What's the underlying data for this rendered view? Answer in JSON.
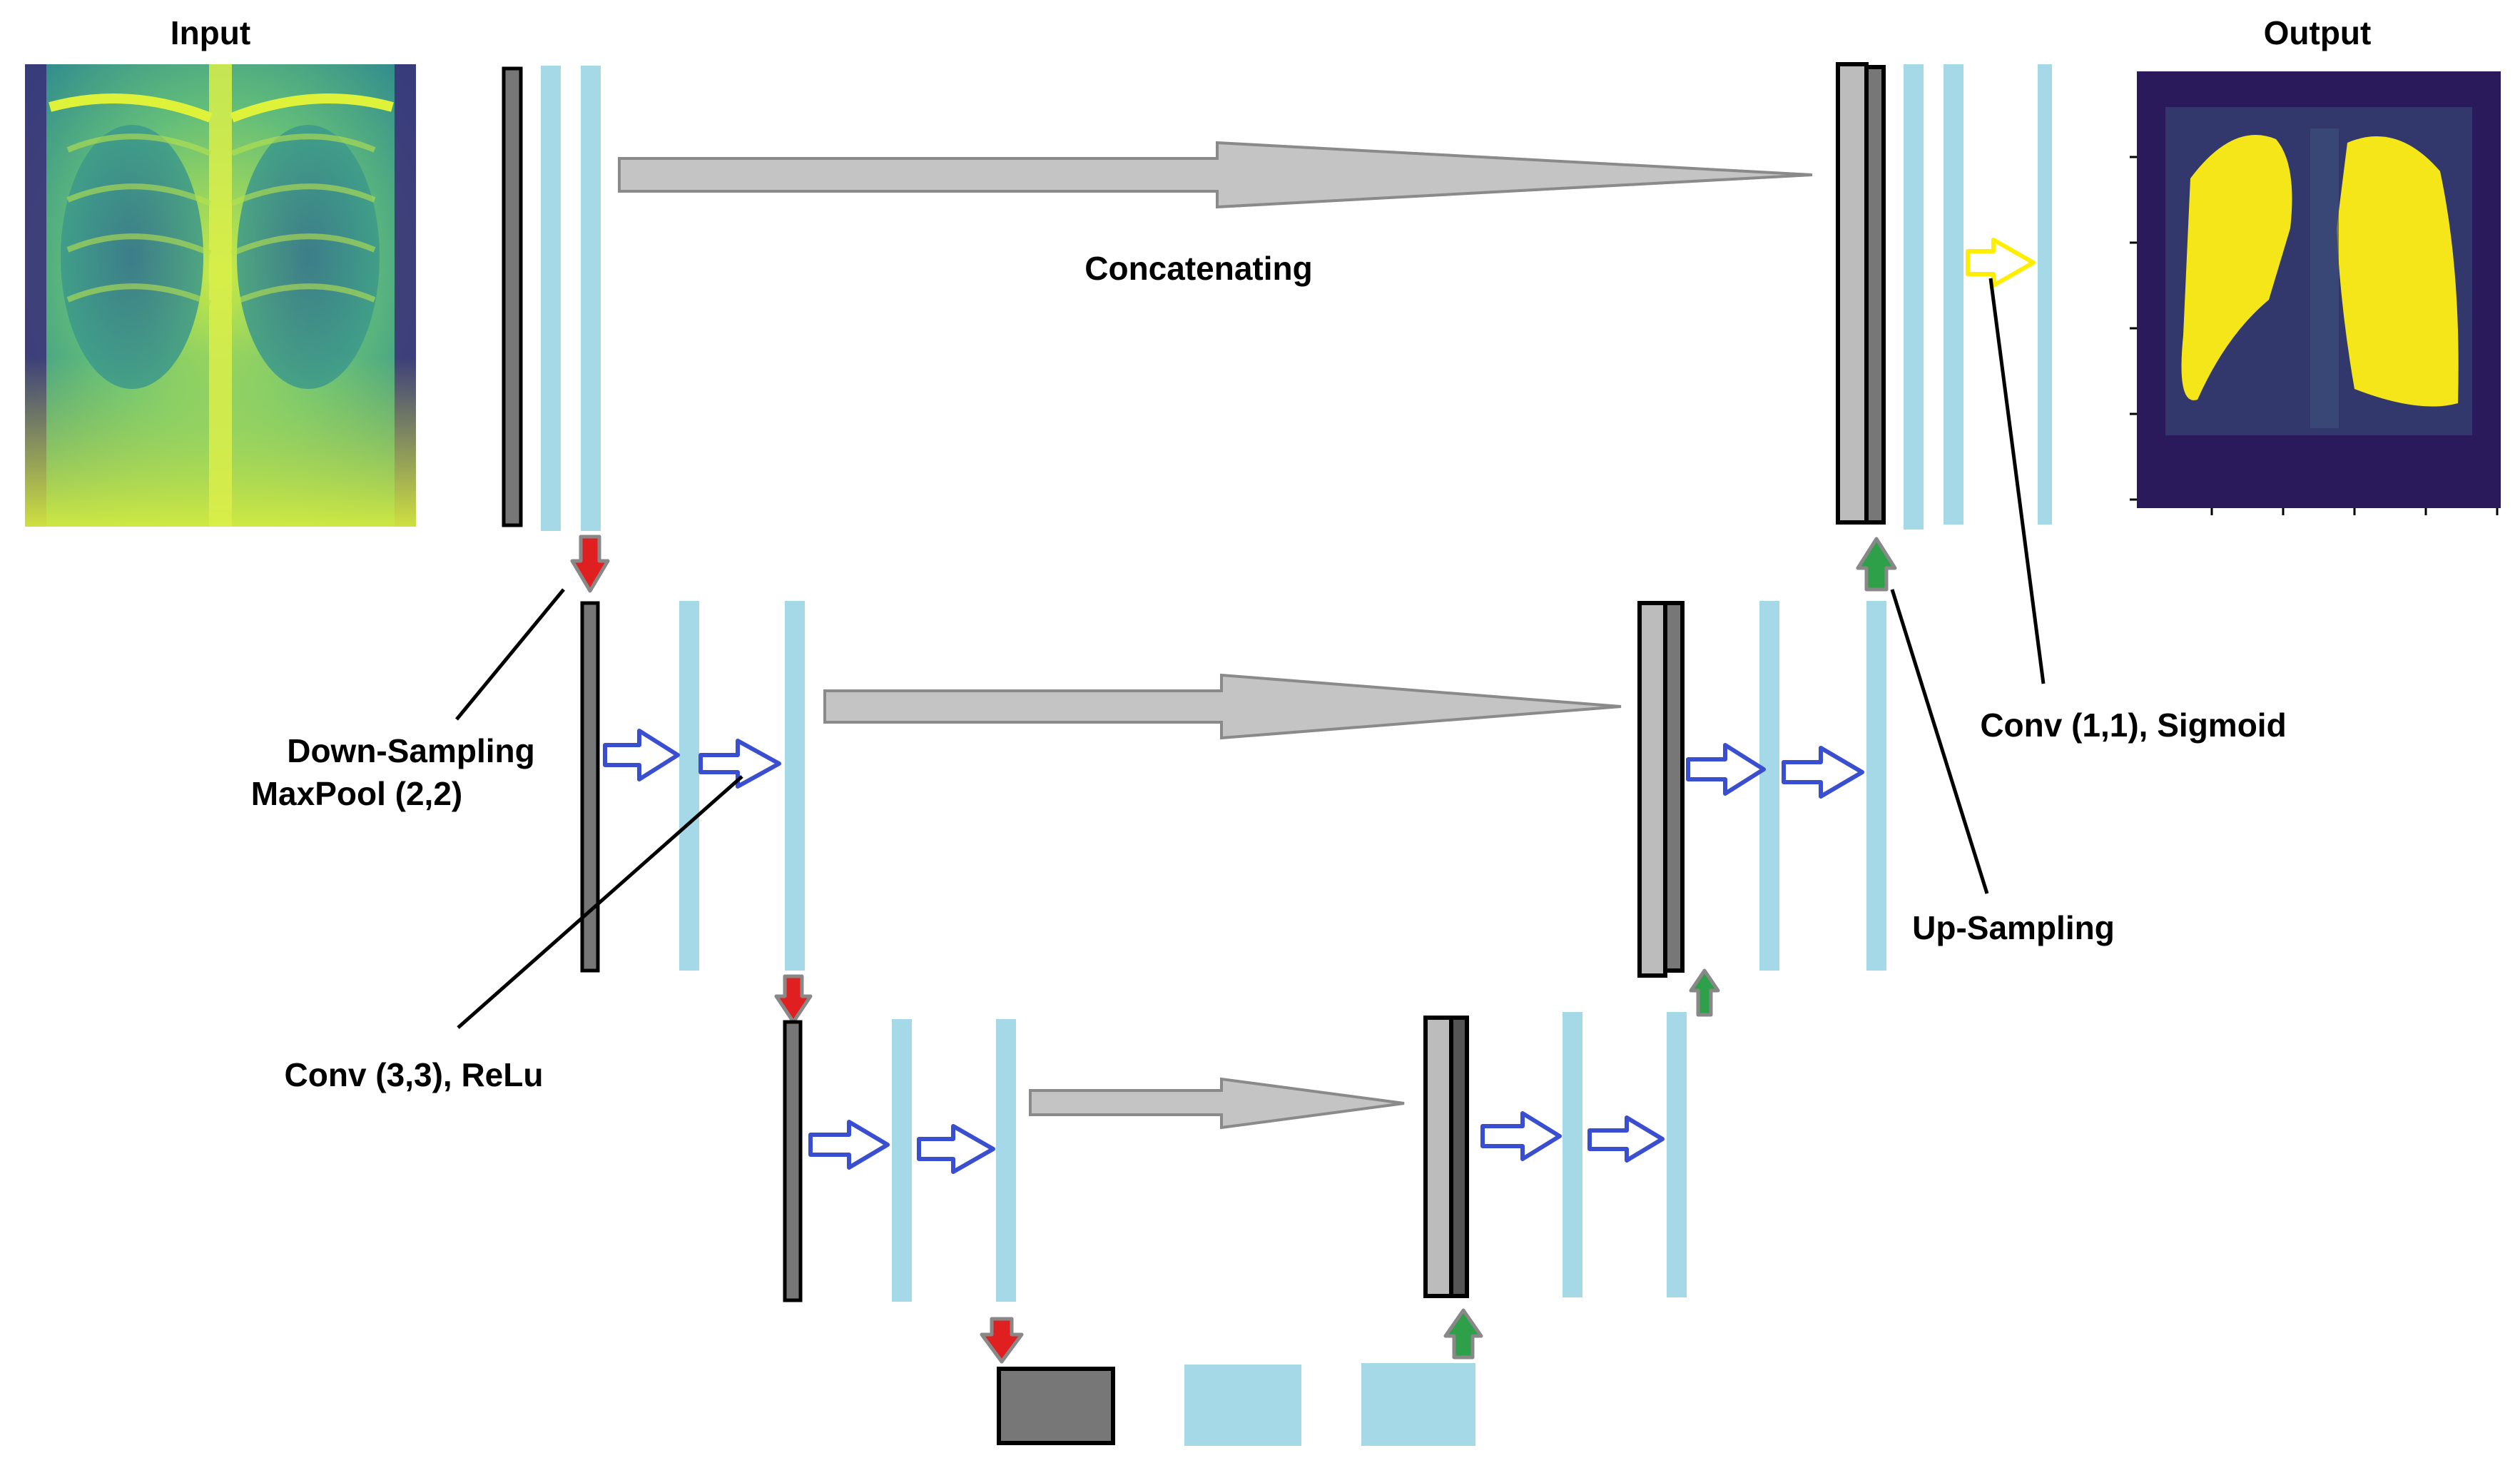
{
  "labels": {
    "input": "Input",
    "output": "Output",
    "concatenating": "Concatenating",
    "down_sampling_line1": "Down-Sampling",
    "down_sampling_line2": "MaxPool (2,2)",
    "conv_relu": "Conv (3,3), ReLu",
    "up_sampling": "Up-Sampling",
    "conv_sigmoid": "Conv (1,1), Sigmoid"
  },
  "colors": {
    "feature_map": "#a6d9e8",
    "pooled_map": "#777777",
    "upsampled_map": "#bcbcbc",
    "skip_arrow": "#c4c4c4",
    "conv_arrow": "#3a4fd0",
    "down_arrow": "#e02020",
    "up_arrow": "#2ea04a",
    "output_conv_arrow": "#ffee00",
    "xray_base": "#3fae84",
    "xray_bright": "#dff23a",
    "mask_background": "#2a1a5c",
    "mask_lung": "#f5e61a"
  },
  "icons": {
    "input_image": "chest-xray-image",
    "output_image": "lung-segmentation-mask"
  }
}
